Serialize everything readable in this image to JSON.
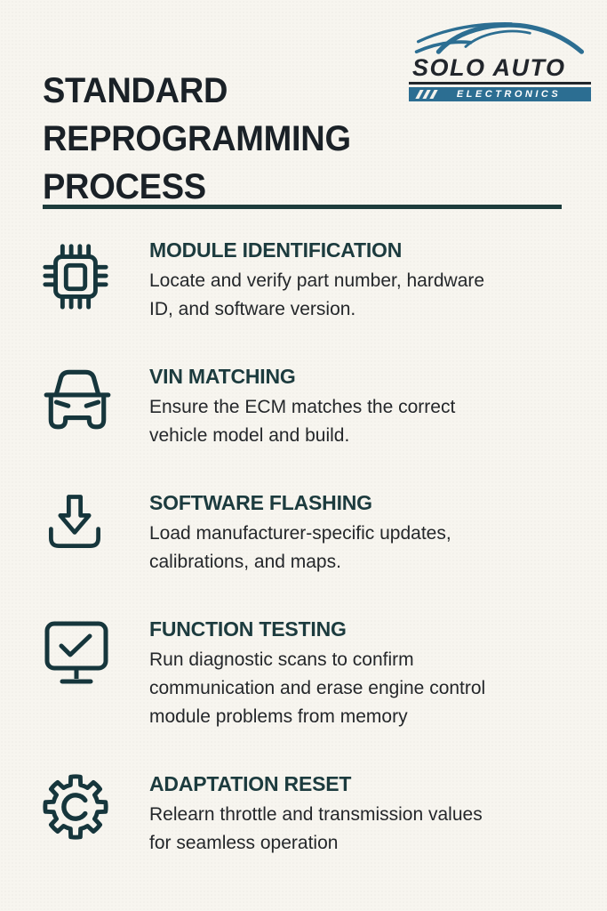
{
  "header": {
    "title_lines": [
      "STANDARD",
      "REPROGRAMMING",
      "PROCESS"
    ],
    "logo": {
      "brand": "SOLO AUTO",
      "tagline": "ELECTRONICS",
      "slash_count": 3
    }
  },
  "sections": [
    {
      "icon": "chip-icon",
      "title": "MODULE IDENTIFICATION",
      "body_lines": [
        "Locate and verify part number, hardware",
        "ID, and software version."
      ]
    },
    {
      "icon": "car-icon",
      "title": "VIN MATCHING",
      "body_lines": [
        "Ensure the ECM matches the correct",
        "vehicle model and build."
      ]
    },
    {
      "icon": "download-icon",
      "title": "SOFTWARE FLASHING",
      "body_lines": [
        "Load manufacturer-specific updates,",
        "calibrations, and maps."
      ]
    },
    {
      "icon": "monitor-check-icon",
      "title": "FUNCTION TESTING",
      "body_lines": [
        "Run diagnostic scans to confirm",
        "communication and erase engine control",
        "module problems from memory"
      ]
    },
    {
      "icon": "gear-icon",
      "title": "ADAPTATION RESET",
      "body_lines": [
        "Relearn throttle and transmission values",
        "for seamless operation"
      ]
    }
  ],
  "colors": {
    "background": "#f7f5ef",
    "title_text": "#1a2127",
    "heading": "#1c3b3e",
    "body_text": "#24272a",
    "icon_stroke": "#16363c",
    "divider": "#1d3c3c",
    "logo_blue": "#2c6e92",
    "logo_dark": "#22262c"
  }
}
